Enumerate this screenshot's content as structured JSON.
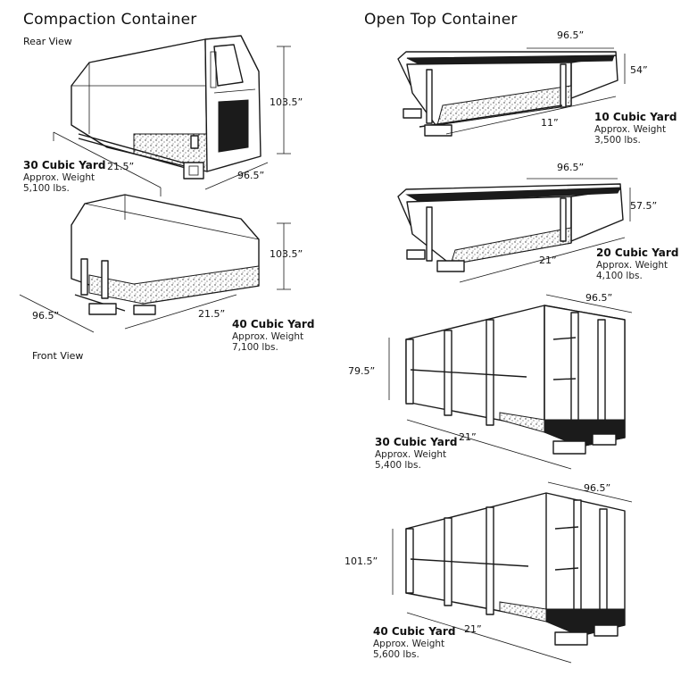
{
  "compaction": {
    "title": "Compaction Container",
    "rear_view": "Rear View",
    "front_view": "Front View",
    "yd30": {
      "name": "30 Cubic Yard",
      "weight_label": "Approx. Weight",
      "weight": "5,100 lbs.",
      "length": "21.5”",
      "width": "96.5”",
      "height": "103.5”"
    },
    "yd40": {
      "name": "40 Cubic Yard",
      "weight_label": "Approx. Weight",
      "weight": "7,100 lbs.",
      "length": "21.5”",
      "width": "96.5”",
      "height": "103.5”"
    }
  },
  "open_top": {
    "title": "Open Top Container",
    "yd10": {
      "name": "10 Cubic Yard",
      "weight_label": "Approx. Weight",
      "weight": "3,500 lbs.",
      "length": "11”",
      "width": "96.5”",
      "height": "54”"
    },
    "yd20": {
      "name": "20 Cubic Yard",
      "weight_label": "Approx. Weight",
      "weight": "4,100 lbs.",
      "length": "21”",
      "width": "96.5”",
      "height": "57.5”"
    },
    "yd30": {
      "name": "30 Cubic Yard",
      "weight_label": "Approx. Weight",
      "weight": "5,400 lbs.",
      "length": "21”",
      "width": "96.5”",
      "height": "79.5”"
    },
    "yd40": {
      "name": "40 Cubic Yard",
      "weight_label": "Approx. Weight",
      "weight": "5,600 lbs.",
      "length": "21”",
      "width": "96.5”",
      "height": "101.5”"
    }
  }
}
